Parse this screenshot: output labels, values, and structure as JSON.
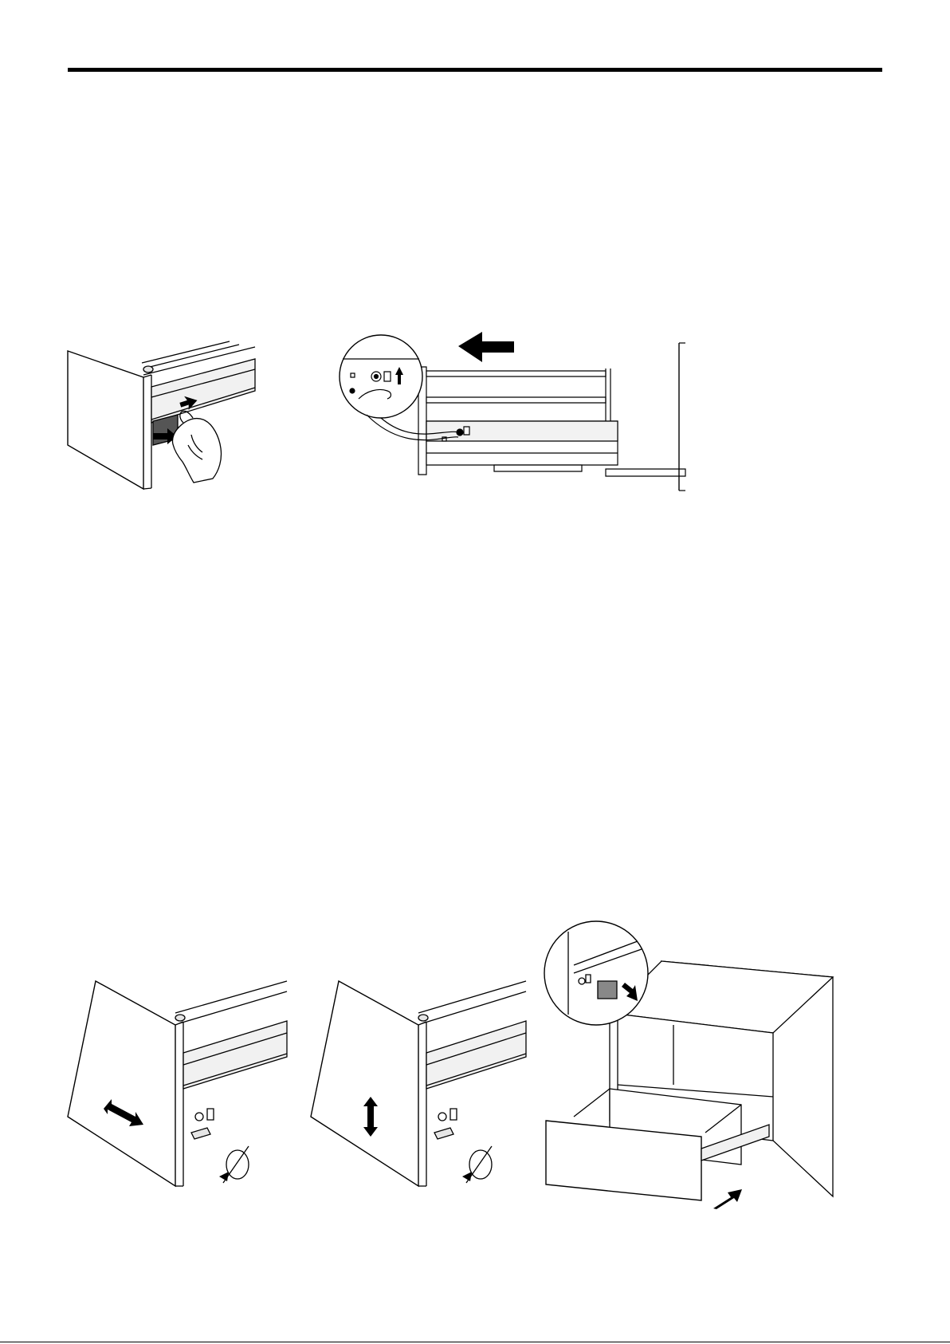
{
  "page": {
    "domain": "instruction-sheet",
    "colors": {
      "line": "#000000",
      "paper": "#ffffff",
      "rail_fill": "#e6e6e6",
      "dark_fill": "#555555",
      "tab_fill": "#888888"
    },
    "figures": [
      {
        "id": "fig-release-lever",
        "icon": "hand-pressing-release-clip"
      },
      {
        "id": "fig-drawer-removal",
        "icon": "drawer-pull-out-arrow-left"
      },
      {
        "id": "fig-side-adjust",
        "icon": "double-arrow-horizontal"
      },
      {
        "id": "fig-height-adjust",
        "icon": "double-arrow-vertical"
      },
      {
        "id": "fig-drawer-insert",
        "icon": "drawer-insert-arrow"
      }
    ]
  }
}
